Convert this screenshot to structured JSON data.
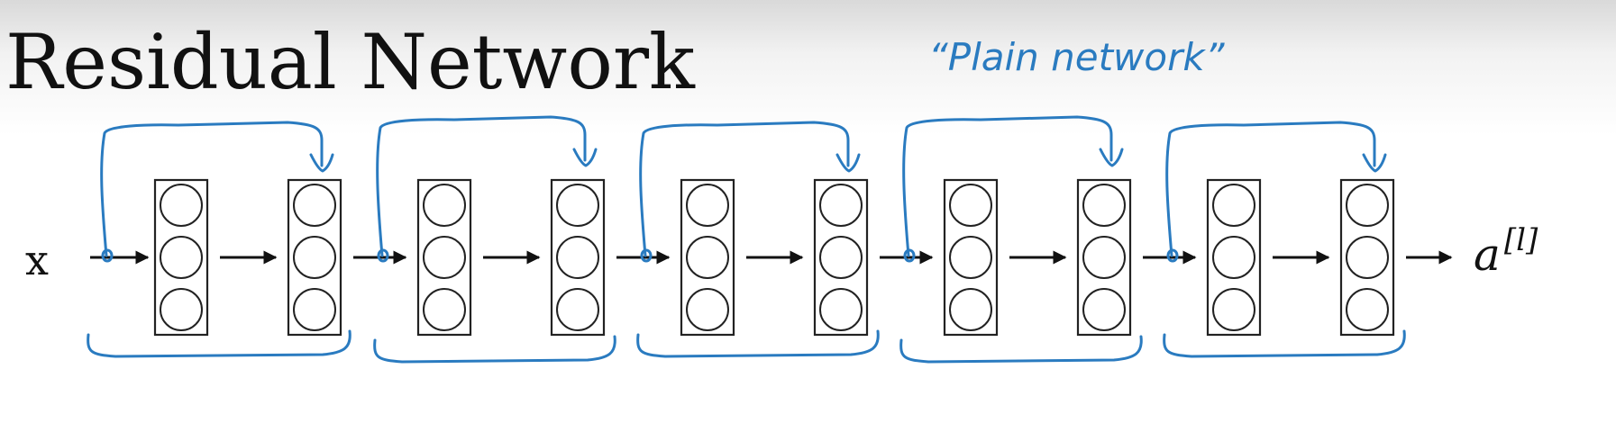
{
  "title": "Residual Network",
  "annotation": "“Plain network”",
  "input_label": "x",
  "output_label": {
    "base": "a",
    "superscript": "[l]"
  },
  "blocks": 5,
  "layers_per_block": 2,
  "neurons_per_layer": 3,
  "colors": {
    "ink": "#111111",
    "annotation": "#2a7bc0"
  }
}
